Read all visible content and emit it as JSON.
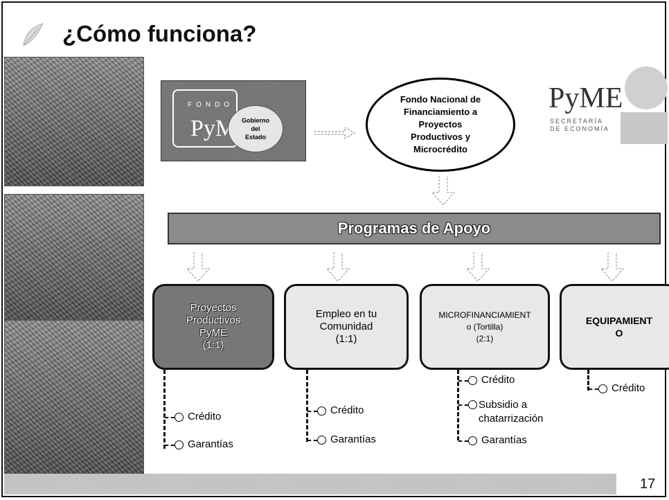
{
  "title": "¿Cómo funciona?",
  "fondo_box": {
    "fondo_word": "FONDO",
    "pyme": "PyME",
    "gobierno": "Gobierno\ndel\nEstado"
  },
  "fondo_nacional": "Fondo Nacional de\nFinanciamiento a\nProyectos\nProductivos y\nMicrocrédito",
  "logos": {
    "pyme": "PyME",
    "se": "SECRETARÍA\nDE ECONOMÍA"
  },
  "banner": "Programas de Apoyo",
  "programs": [
    {
      "label": "Proyectos\nProductivos\nPyME\n(1:1)",
      "items": [
        "Crédito",
        "Garantías"
      ]
    },
    {
      "label": "Empleo en tu\nComunidad\n(1:1)",
      "items": [
        "Crédito",
        "Garantías"
      ]
    },
    {
      "label": "MICROFINANCIAMIENT\no (Tortilla)\n(2:1)",
      "items": [
        "Crédito",
        "Subsidio a\nchatarrización",
        "Garantías"
      ]
    },
    {
      "label": "EQUIPAMIENT\nO",
      "items": [
        "Crédito"
      ]
    }
  ],
  "page_number": "17",
  "colors": {
    "banner": "#8b8b8b",
    "dark_box": "#777777",
    "light_box": "#e8e8e8"
  }
}
